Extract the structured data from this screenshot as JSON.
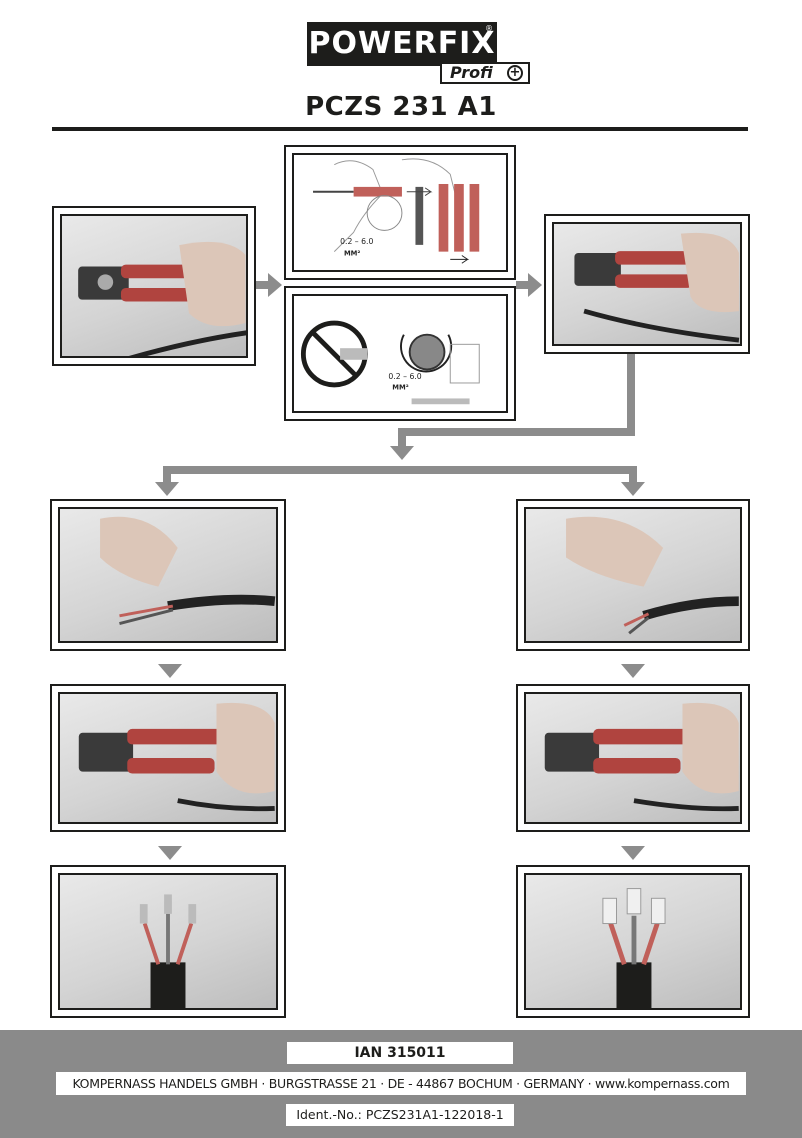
{
  "brand": {
    "name": "POWERFIX",
    "sub": "Profi",
    "plus": "+",
    "reg": "®"
  },
  "model": "PCZS 231 A1",
  "diagram_top": {
    "range": "0.2 – 6.0",
    "unit": "MM²"
  },
  "diagram_bottom": {
    "range": "0.2 – 6.0",
    "unit": "MM²"
  },
  "footer": {
    "ian": "IAN 315011",
    "address": "KOMPERNASS HANDELS GMBH · BURGSTRASSE 21 · DE - 44867 BOCHUM · GERMANY · www.kompernass.com",
    "ident": "Ident.-No.: PCZS231A1-122018-1"
  }
}
